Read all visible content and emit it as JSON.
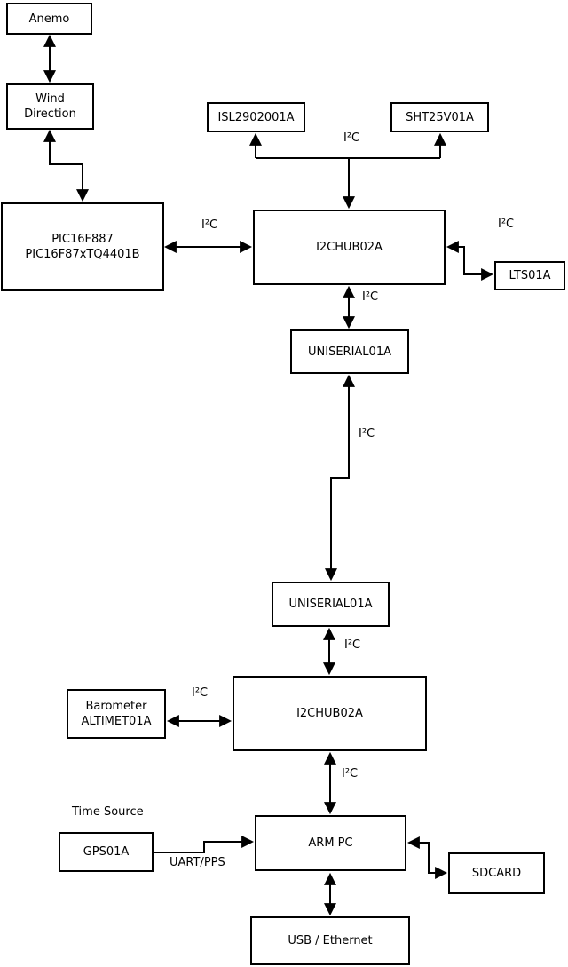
{
  "diagram": {
    "background": "#ffffff",
    "stroke_color": "#000000",
    "text_color": "#000000",
    "nodes": {
      "anemo": {
        "label": "Anemo"
      },
      "wind_direction": {
        "lines": [
          "Wind",
          "Direction"
        ]
      },
      "pic": {
        "lines": [
          "PIC16F887",
          "PIC16F87xTQ4401B"
        ]
      },
      "isl": {
        "label": "ISL2902001A"
      },
      "sht": {
        "label": "SHT25V01A"
      },
      "i2c_hub_1": {
        "label": "I2CHUB02A"
      },
      "lts": {
        "label": "LTS01A"
      },
      "uniserial_1": {
        "label": "UNISERIAL01A"
      },
      "uniserial_2": {
        "label": "UNISERIAL01A"
      },
      "barometer": {
        "lines": [
          "Barometer",
          "ALTIMET01A"
        ]
      },
      "i2c_hub_2": {
        "label": "I2CHUB02A"
      },
      "gps": {
        "label": "GPS01A"
      },
      "arm_pc": {
        "label": "ARM PC"
      },
      "sdcard": {
        "label": "SDCARD"
      },
      "usb_ethernet": {
        "label": "USB / Ethernet"
      }
    },
    "edge_labels": {
      "i2c_sensor_bus": "I²C",
      "i2c_pic_hub1": "I²C",
      "i2c_hub1_lts": "I²C",
      "i2c_hub1_uniserial1": "I²C",
      "i2c_uniserial_link": "I²C",
      "i2c_uniserial2_hub2": "I²C",
      "i2c_barometer_hub2": "I²C",
      "i2c_hub2_armpc": "I²C",
      "time_source": "Time Source",
      "uart_pps": "UART/PPS"
    }
  }
}
